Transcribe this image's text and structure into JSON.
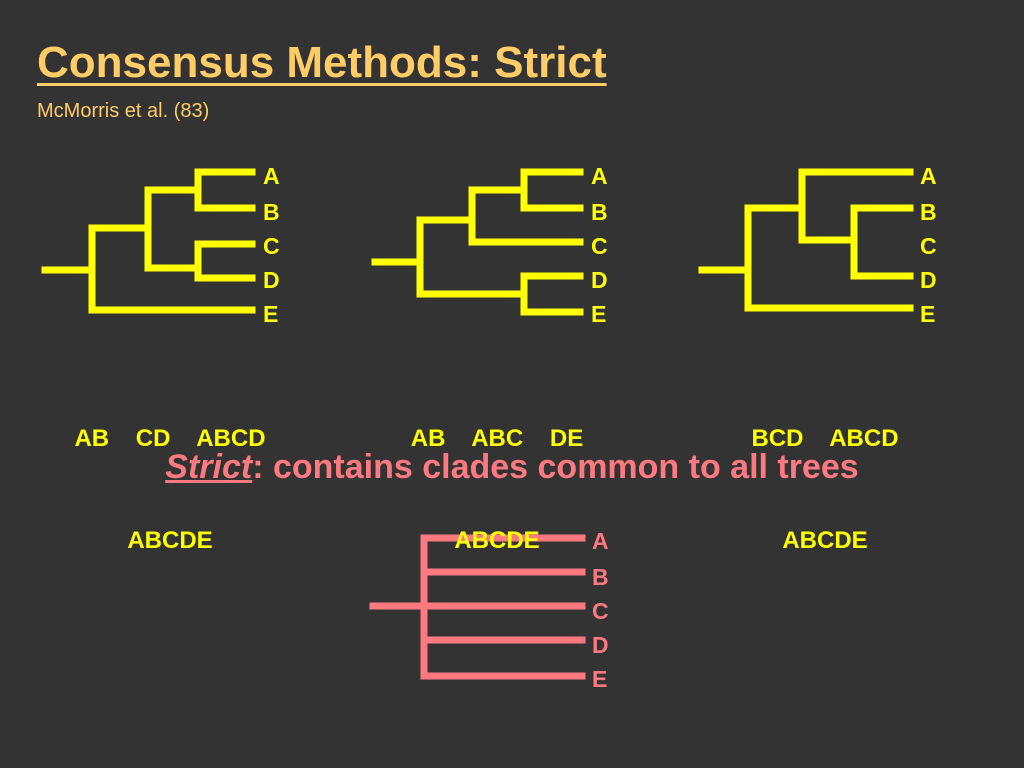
{
  "title": "Consensus Methods: Strict",
  "subtitle": "McMorris et al. (83)",
  "colors": {
    "background": "#333333",
    "title": "#ffcc66",
    "tree": "#ffff00",
    "consensus": "#ff7a80"
  },
  "trees": [
    {
      "tips": [
        "A",
        "B",
        "C",
        "D",
        "E"
      ],
      "clades_line1": "AB    CD    ABCD",
      "clades_line2": "ABCDE"
    },
    {
      "tips": [
        "A",
        "B",
        "C",
        "D",
        "E"
      ],
      "clades_line1": "AB    ABC    DE",
      "clades_line2": "ABCDE"
    },
    {
      "tips": [
        "A",
        "B",
        "C",
        "D",
        "E"
      ],
      "clades_line1": "BCD    ABCD",
      "clades_line2": "ABCDE"
    }
  ],
  "statement": {
    "term": "Strict",
    "rest": ": contains clades common to all trees"
  },
  "consensus_tree": {
    "tips": [
      "A",
      "B",
      "C",
      "D",
      "E"
    ]
  }
}
